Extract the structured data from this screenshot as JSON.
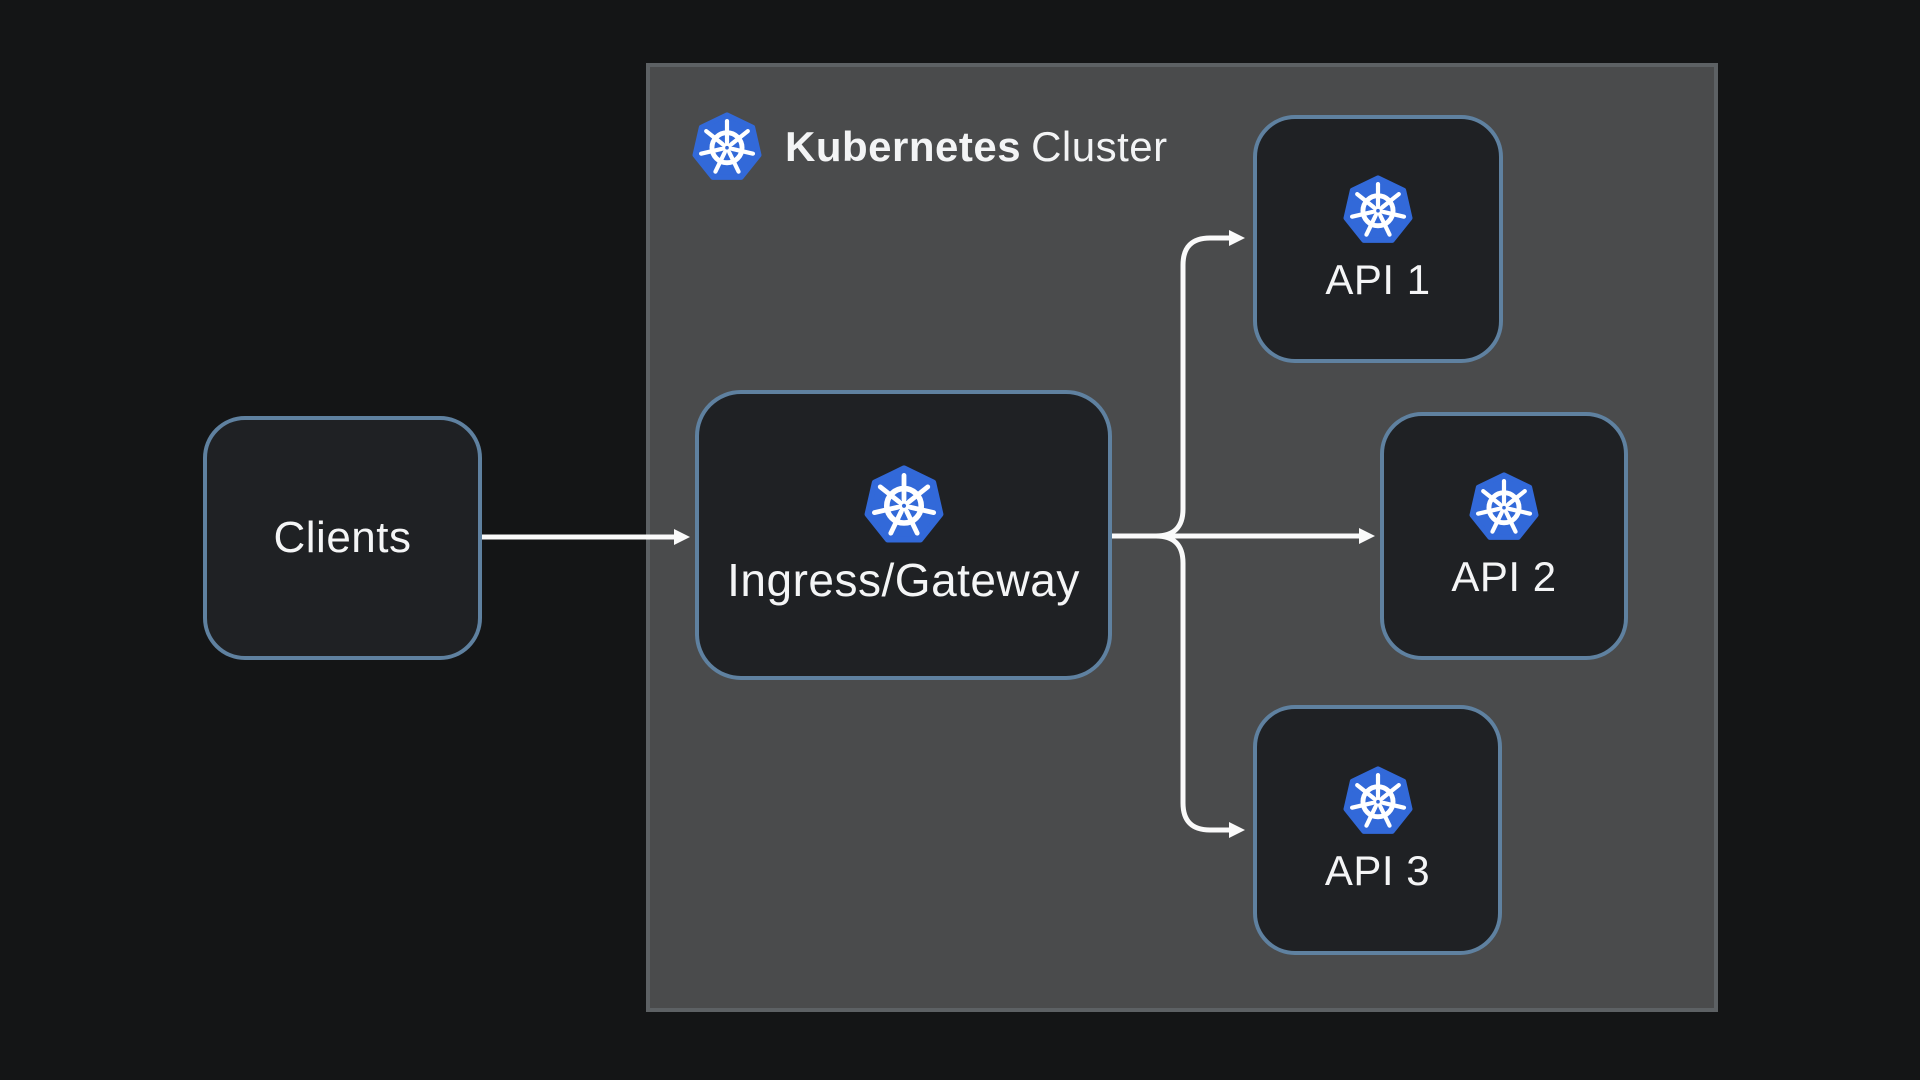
{
  "page": {
    "background": "#141516",
    "kind": "kubernetes-architecture-diagram"
  },
  "cluster_panel": {
    "title_bold": "Kubernetes",
    "title_rest": "Cluster",
    "fill": "#4a4b4c",
    "border_color": "#5d6164",
    "icon": "kubernetes-icon"
  },
  "nodes": {
    "clients": {
      "label": "Clients",
      "icon": null,
      "inside_cluster": false
    },
    "ingress": {
      "label": "Ingress/Gateway",
      "icon": "kubernetes-icon",
      "inside_cluster": true
    },
    "api1": {
      "label": "API 1",
      "icon": "kubernetes-icon",
      "inside_cluster": true
    },
    "api2": {
      "label": "API 2",
      "icon": "kubernetes-icon",
      "inside_cluster": true
    },
    "api3": {
      "label": "API 3",
      "icon": "kubernetes-icon",
      "inside_cluster": true
    }
  },
  "edges": [
    {
      "from": "clients",
      "to": "ingress",
      "style": "arrow"
    },
    {
      "from": "ingress",
      "to": "api1",
      "style": "arrow"
    },
    {
      "from": "ingress",
      "to": "api2",
      "style": "arrow"
    },
    {
      "from": "ingress",
      "to": "api3",
      "style": "arrow"
    }
  ],
  "colors": {
    "kubernetes_blue": "#3269d9",
    "node_fill": "#1f2124",
    "node_border": "#5f81a0",
    "panel_fill": "#4a4b4c",
    "panel_border": "#5d6164",
    "arrow": "#fafafa",
    "text": "#f4f5f6",
    "page_background": "#141516"
  }
}
